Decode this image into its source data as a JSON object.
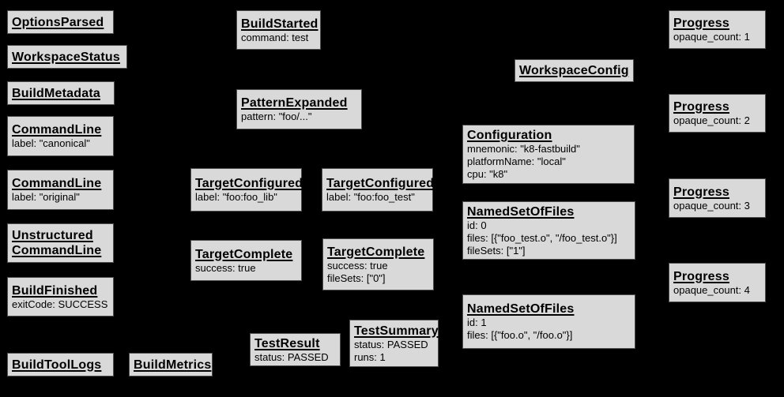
{
  "colors": {
    "background": "#000000",
    "node_fill": "#d9d9d9",
    "node_border": "#4f4f4f",
    "text": "#000000"
  },
  "nodes": [
    {
      "title": "OptionsParsed",
      "lines": []
    },
    {
      "title": "WorkspaceStatus",
      "lines": []
    },
    {
      "title": "BuildMetadata",
      "lines": []
    },
    {
      "title": "CommandLine",
      "lines": [
        "label: \"canonical\""
      ]
    },
    {
      "title": "CommandLine",
      "lines": [
        "label: \"original\""
      ]
    },
    {
      "title": "Unstructured\nCommandLine",
      "lines": []
    },
    {
      "title": "BuildFinished",
      "lines": [
        "exitCode: SUCCESS"
      ]
    },
    {
      "title": "BuildToolLogs",
      "lines": []
    },
    {
      "title": "BuildMetrics",
      "lines": []
    },
    {
      "title": "BuildStarted",
      "lines": [
        "command: test"
      ]
    },
    {
      "title": "PatternExpanded",
      "lines": [
        "pattern: \"foo/...\""
      ]
    },
    {
      "title": "TargetConfigured",
      "lines": [
        "label: \"foo:foo_lib\""
      ]
    },
    {
      "title": "TargetConfigured",
      "lines": [
        "label: \"foo:foo_test\""
      ]
    },
    {
      "title": "TargetComplete",
      "lines": [
        "success: true"
      ]
    },
    {
      "title": "TargetComplete",
      "lines": [
        "success: true",
        "fileSets: [\"0\"]"
      ]
    },
    {
      "title": "TestResult",
      "lines": [
        "status: PASSED"
      ]
    },
    {
      "title": "TestSummary",
      "lines": [
        "status: PASSED",
        "runs: 1"
      ]
    },
    {
      "title": "WorkspaceConfig",
      "lines": []
    },
    {
      "title": "Configuration",
      "lines": [
        "mnemonic: \"k8-fastbuild\"",
        "platformName: \"local\"",
        "cpu: \"k8\""
      ]
    },
    {
      "title": "NamedSetOfFiles",
      "lines": [
        "id: 0",
        "files: [{\"foo_test.o\", \"/foo_test.o\"}]",
        "fileSets: [\"1\"]"
      ]
    },
    {
      "title": "NamedSetOfFiles",
      "lines": [
        "id: 1",
        "files: [{\"foo.o\", \"/foo.o\"}]"
      ]
    },
    {
      "title": "Progress",
      "lines": [
        "opaque_count: 1"
      ]
    },
    {
      "title": "Progress",
      "lines": [
        "opaque_count: 2"
      ]
    },
    {
      "title": "Progress",
      "lines": [
        "opaque_count: 3"
      ]
    },
    {
      "title": "Progress",
      "lines": [
        "opaque_count: 4"
      ]
    }
  ]
}
